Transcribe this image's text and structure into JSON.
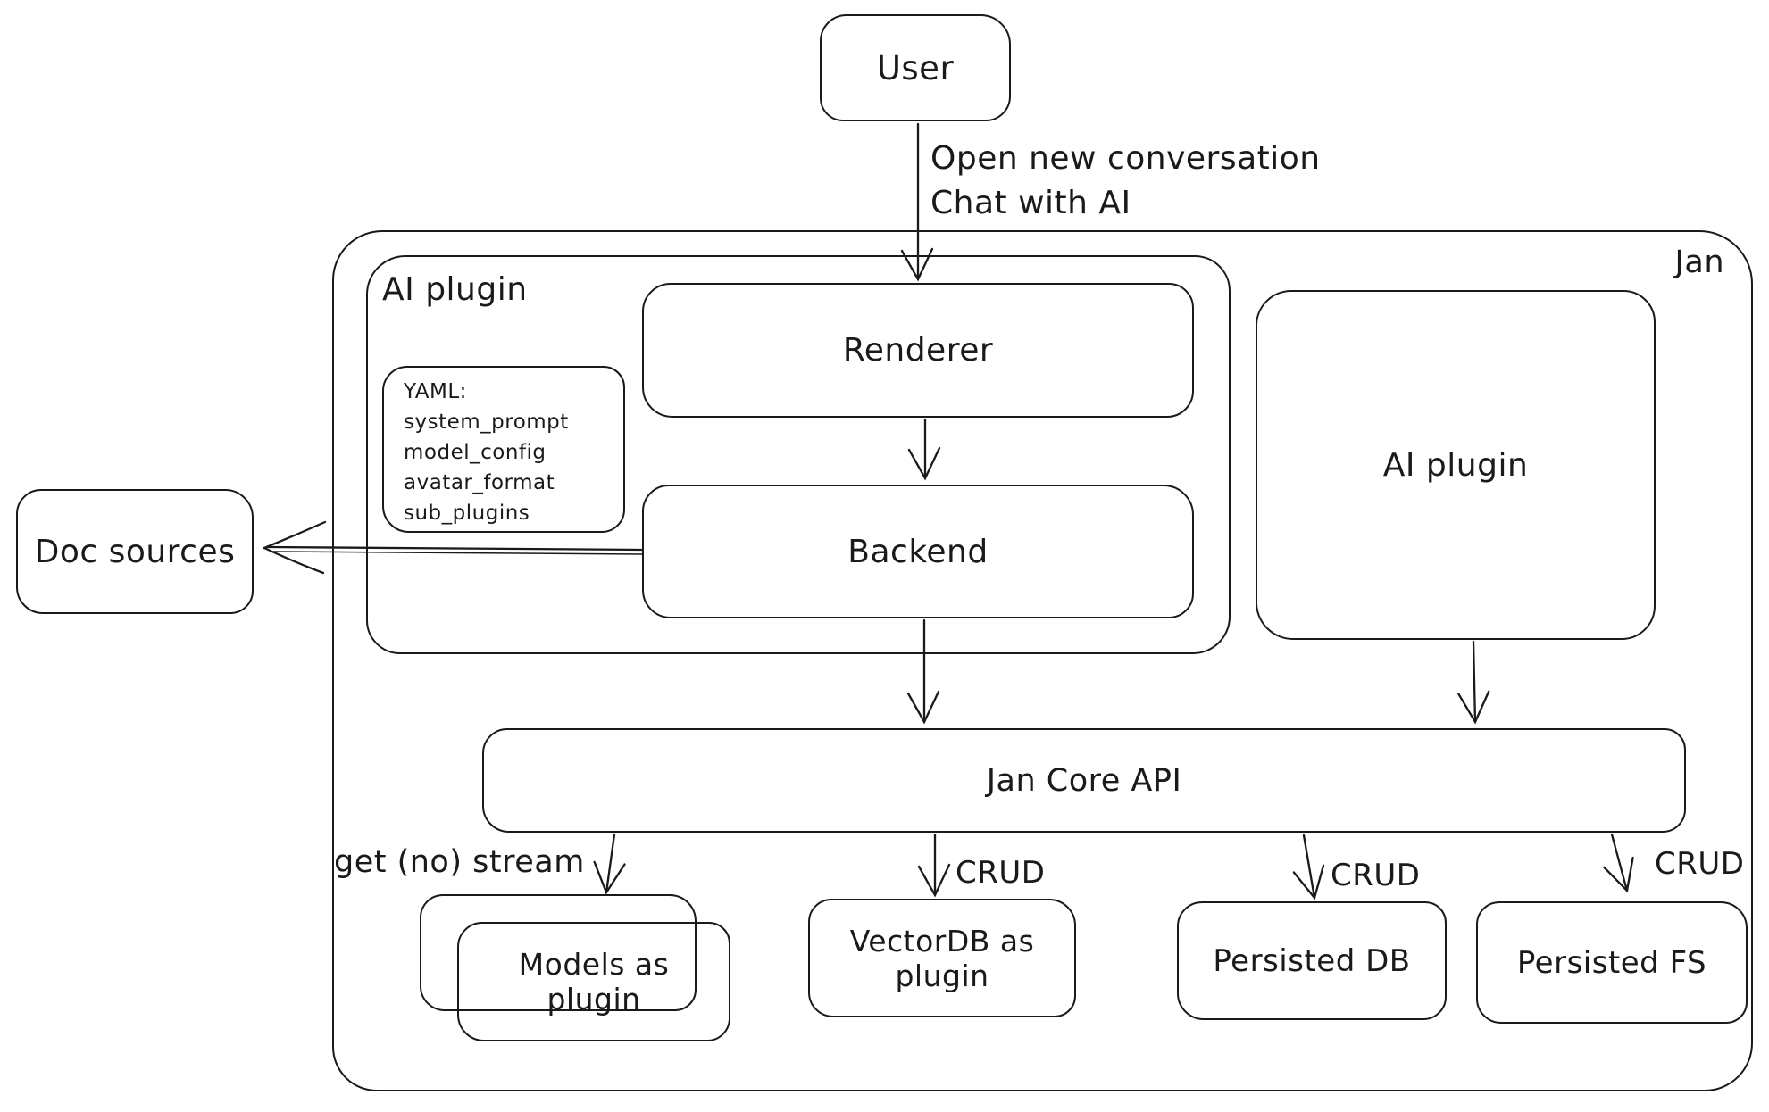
{
  "canvas": {
    "background_color": "#ffffff",
    "stroke_color": "#1a1a1a"
  },
  "nodes": {
    "user": {
      "label": "User"
    },
    "jan_container": {
      "label": "Jan"
    },
    "ai_plugin_container": {
      "label": "AI plugin"
    },
    "renderer": {
      "label": "Renderer"
    },
    "yaml_note": {
      "lines": [
        "YAML:",
        "system_prompt",
        "model_config",
        "avatar_format",
        "sub_plugins"
      ]
    },
    "backend": {
      "label": "Backend"
    },
    "ai_plugin_right": {
      "label": "AI plugin"
    },
    "doc_sources": {
      "label": "Doc sources"
    },
    "jan_core_api": {
      "label": "Jan Core API"
    },
    "models_as_plugin": {
      "label": "Models as plugin"
    },
    "vectordb_as_plugin": {
      "label": "VectorDB as plugin"
    },
    "persisted_db": {
      "label": "Persisted DB"
    },
    "persisted_fs": {
      "label": "Persisted FS"
    }
  },
  "edge_labels": {
    "user_action_line1": "Open new conversation",
    "user_action_line2": "Chat with AI",
    "get_no_stream": "get (no) stream",
    "crud_vectordb": "CRUD",
    "crud_persisted_db": "CRUD",
    "crud_persisted_fs": "CRUD"
  }
}
